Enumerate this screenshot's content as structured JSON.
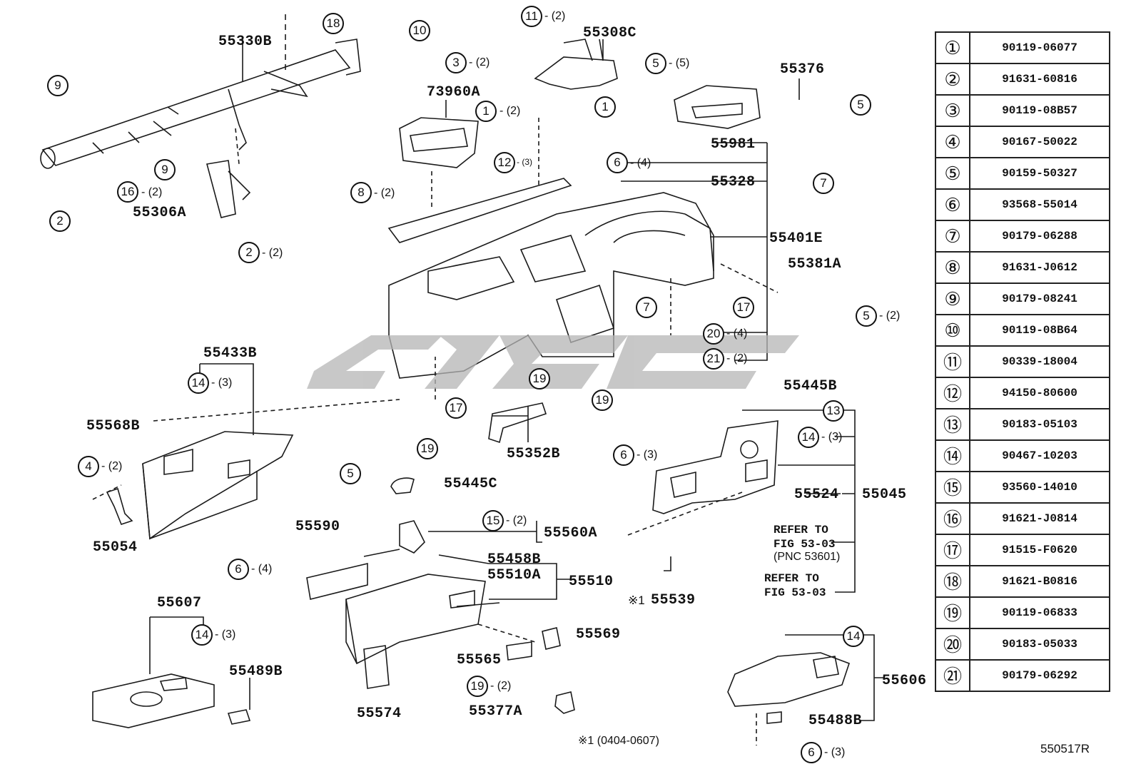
{
  "part_labels": {
    "p55330B": "55330B",
    "p73960A": "73960A",
    "p55308C": "55308C",
    "p55376": "55376",
    "p55981": "55981",
    "p55328": "55328",
    "p55401E": "55401E",
    "p55381A": "55381A",
    "p55306A": "55306A",
    "p55433B": "55433B",
    "p55568B": "55568B",
    "p55054": "55054",
    "p55352B": "55352B",
    "p55445B": "55445B",
    "p55445C": "55445C",
    "p55590": "55590",
    "p55560A": "55560A",
    "p55458B": "55458B",
    "p55510A": "55510A",
    "p55510": "55510",
    "p55524": "55524",
    "p55045": "55045",
    "p55539": "55539",
    "p55539_prefix": "※1",
    "p55607": "55607",
    "p55489B": "55489B",
    "p55569": "55569",
    "p55565": "55565",
    "p55574": "55574",
    "p55377A": "55377A",
    "p55606": "55606",
    "p55488B": "55488B"
  },
  "refer_notes": {
    "refer1_line1": "REFER TO",
    "refer1_line2": "FIG 53-03",
    "refer1_line3": "(PNC 53601)",
    "refer2_line1": "REFER TO",
    "refer2_line2": "FIG 53-03"
  },
  "footnote": "※1 (0404-0607)",
  "drawing_id": "550517R",
  "callouts": [
    {
      "n": "18",
      "q": ""
    },
    {
      "n": "10",
      "q": ""
    },
    {
      "n": "11",
      "q": "- (2)"
    },
    {
      "n": "3",
      "q": "- (2)"
    },
    {
      "n": "5",
      "q": "- (5)"
    },
    {
      "n": "1",
      "q": ""
    },
    {
      "n": "1",
      "q": "- (2)"
    },
    {
      "n": "12",
      "q": "- (3)"
    },
    {
      "n": "9",
      "q": ""
    },
    {
      "n": "2",
      "q": ""
    },
    {
      "n": "9",
      "q": ""
    },
    {
      "n": "16",
      "q": "- (2)"
    },
    {
      "n": "2",
      "q": "- (2)"
    },
    {
      "n": "8",
      "q": "- (2)"
    },
    {
      "n": "6",
      "q": "- (4)"
    },
    {
      "n": "5",
      "q": ""
    },
    {
      "n": "7",
      "q": ""
    },
    {
      "n": "7",
      "q": ""
    },
    {
      "n": "17",
      "q": ""
    },
    {
      "n": "5",
      "q": "- (2)"
    },
    {
      "n": "20",
      "q": "- (4)"
    },
    {
      "n": "21",
      "q": "- (2)"
    },
    {
      "n": "14",
      "q": "- (3)"
    },
    {
      "n": "19",
      "q": ""
    },
    {
      "n": "19",
      "q": ""
    },
    {
      "n": "17",
      "q": ""
    },
    {
      "n": "19",
      "q": ""
    },
    {
      "n": "13",
      "q": ""
    },
    {
      "n": "14",
      "q": "- (3)"
    },
    {
      "n": "6",
      "q": "- (3)"
    },
    {
      "n": "4",
      "q": "- (2)"
    },
    {
      "n": "5",
      "q": ""
    },
    {
      "n": "15",
      "q": "- (2)"
    },
    {
      "n": "6",
      "q": "- (4)"
    },
    {
      "n": "14",
      "q": "- (3)"
    },
    {
      "n": "19",
      "q": "- (2)"
    },
    {
      "n": "14",
      "q": ""
    },
    {
      "n": "6",
      "q": "- (3)"
    }
  ],
  "legend": [
    {
      "num": "①",
      "code": "90119-06077"
    },
    {
      "num": "②",
      "code": "91631-60816"
    },
    {
      "num": "③",
      "code": "90119-08B57"
    },
    {
      "num": "④",
      "code": "90167-50022"
    },
    {
      "num": "⑤",
      "code": "90159-50327"
    },
    {
      "num": "⑥",
      "code": "93568-55014"
    },
    {
      "num": "⑦",
      "code": "90179-06288"
    },
    {
      "num": "⑧",
      "code": "91631-J0612"
    },
    {
      "num": "⑨",
      "code": "90179-08241"
    },
    {
      "num": "⑩",
      "code": "90119-08B64"
    },
    {
      "num": "⑪",
      "code": "90339-18004"
    },
    {
      "num": "⑫",
      "code": "94150-80600"
    },
    {
      "num": "⑬",
      "code": "90183-05103"
    },
    {
      "num": "⑭",
      "code": "90467-10203"
    },
    {
      "num": "⑮",
      "code": "93560-14010"
    },
    {
      "num": "⑯",
      "code": "91621-J0814"
    },
    {
      "num": "⑰",
      "code": "91515-F0620"
    },
    {
      "num": "⑱",
      "code": "91621-B0816"
    },
    {
      "num": "⑲",
      "code": "90119-06833"
    },
    {
      "num": "⑳",
      "code": "90183-05033"
    },
    {
      "num": "㉑",
      "code": "90179-06292"
    }
  ],
  "colors": {
    "line": "#1a1a1a",
    "watermark": "#b5b5b5"
  }
}
